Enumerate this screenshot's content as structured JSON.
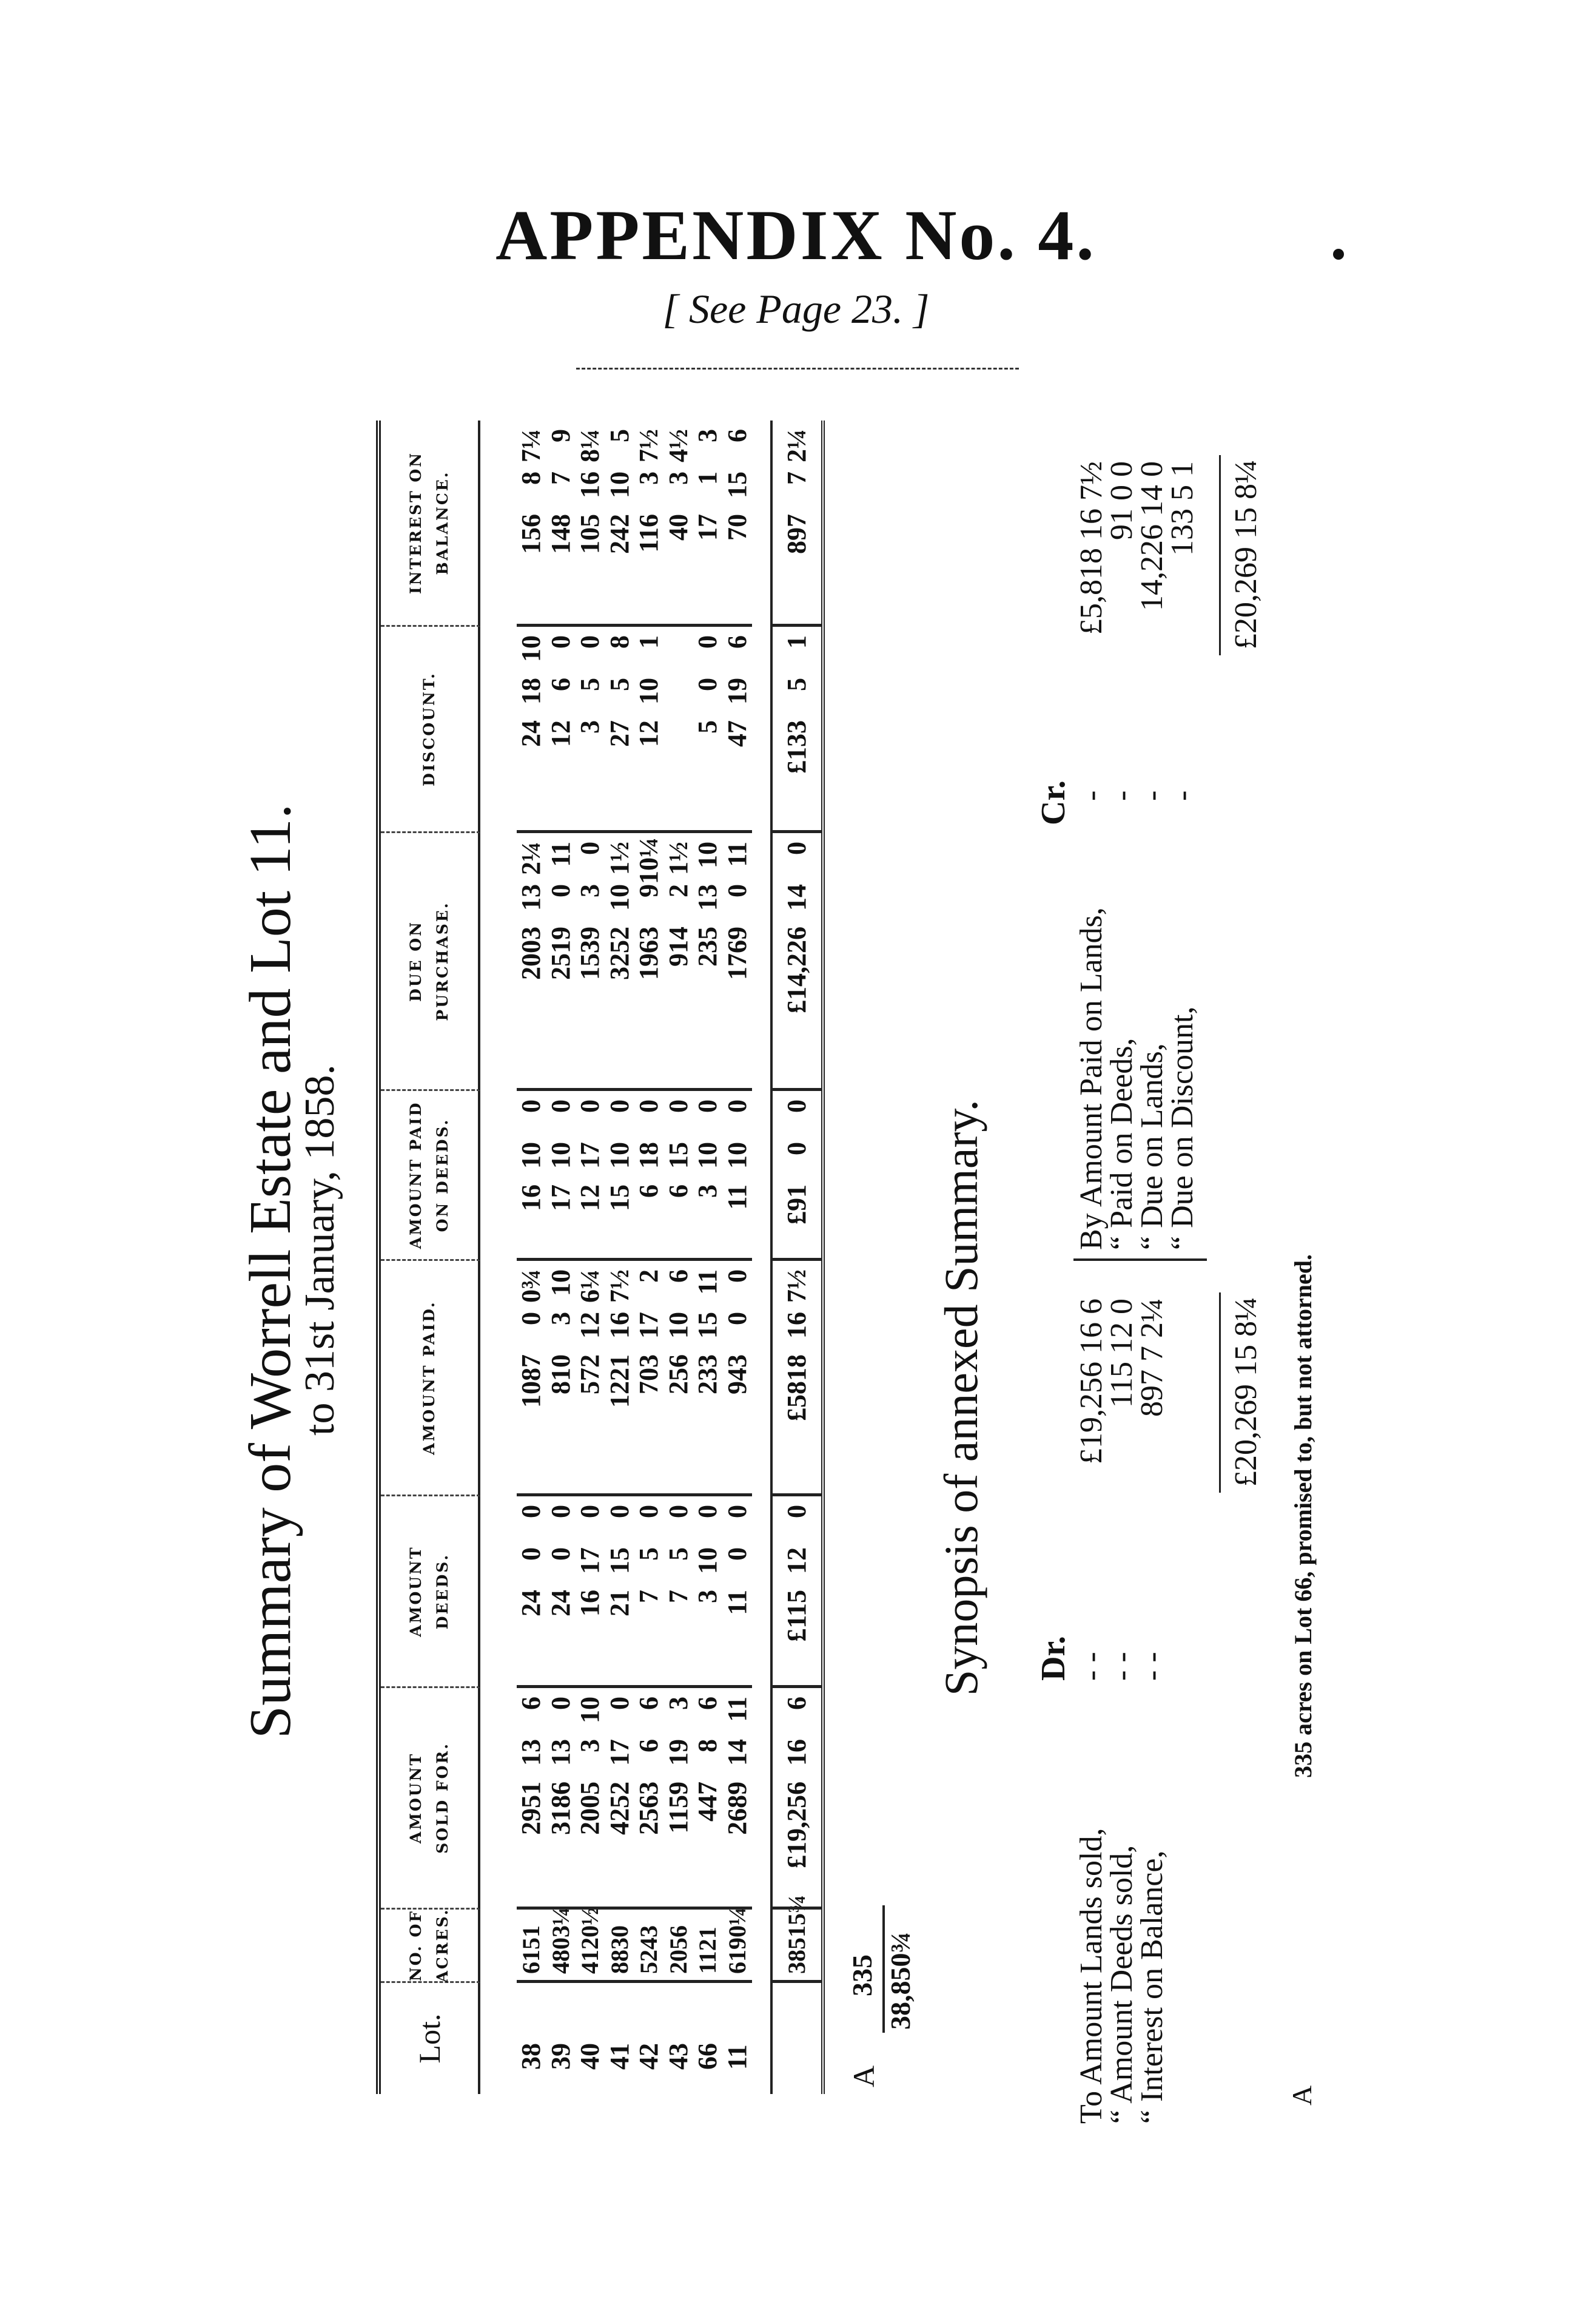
{
  "appendix": {
    "title": "APPENDIX No. 4.",
    "see_page": "[ See Page 23. ]"
  },
  "summary": {
    "title": "Summary of Worrell Estate and Lot 11.",
    "subtitle": "to 31st January, 1858."
  },
  "table": {
    "headers": [
      "Lot.",
      "NO. OF\nACRES.",
      "AMOUNT\nSOLD FOR.",
      "AMOUNT\nDEEDS.",
      "AMOUNT PAID.",
      "AMOUNT PAID\nON DEEDS.",
      "DUE ON\nPURCHASE.",
      "DISCOUNT.",
      "INTEREST ON\nBALANCE."
    ],
    "rows": [
      {
        "lot": "38",
        "acres": "6151",
        "sold": [
          "2951",
          "13",
          "6"
        ],
        "deeds": [
          "24",
          "0",
          "0"
        ],
        "paid": [
          "1087",
          "0",
          "0¾"
        ],
        "paid_deeds": [
          "16",
          "10",
          "0"
        ],
        "due": [
          "2003",
          "13",
          "2¼"
        ],
        "discount": [
          "24",
          "18",
          "10"
        ],
        "interest": [
          "156",
          "8",
          "7¼"
        ]
      },
      {
        "lot": "39",
        "acres": "4803¼",
        "sold": [
          "3186",
          "13",
          "0"
        ],
        "deeds": [
          "24",
          "0",
          "0"
        ],
        "paid": [
          "810",
          "3",
          "10"
        ],
        "paid_deeds": [
          "17",
          "10",
          "0"
        ],
        "due": [
          "2519",
          "0",
          "11"
        ],
        "discount": [
          "12",
          "6",
          "0"
        ],
        "interest": [
          "148",
          "7",
          "9"
        ]
      },
      {
        "lot": "40",
        "acres": "4120½",
        "sold": [
          "2005",
          "3",
          "10"
        ],
        "deeds": [
          "16",
          "17",
          "0"
        ],
        "paid": [
          "572",
          "12",
          "6¼"
        ],
        "paid_deeds": [
          "12",
          "17",
          "0"
        ],
        "due": [
          "1539",
          "3",
          "0"
        ],
        "discount": [
          "3",
          "5",
          "0"
        ],
        "interest": [
          "105",
          "16",
          "8¼"
        ]
      },
      {
        "lot": "41",
        "acres": "8830",
        "sold": [
          "4252",
          "17",
          "0"
        ],
        "deeds": [
          "21",
          "15",
          "0"
        ],
        "paid": [
          "1221",
          "16",
          "7½"
        ],
        "paid_deeds": [
          "15",
          "10",
          "0"
        ],
        "due": [
          "3252",
          "10",
          "1½"
        ],
        "discount": [
          "27",
          "5",
          "8"
        ],
        "interest": [
          "242",
          "10",
          "5"
        ]
      },
      {
        "lot": "42",
        "acres": "5243",
        "sold": [
          "2563",
          "6",
          "6"
        ],
        "deeds": [
          "7",
          "5",
          "0"
        ],
        "paid": [
          "703",
          "17",
          "2"
        ],
        "paid_deeds": [
          "6",
          "18",
          "0"
        ],
        "due": [
          "1963",
          "9",
          "10¼"
        ],
        "discount": [
          "12",
          "10",
          "1"
        ],
        "interest": [
          "116",
          "3",
          "7½"
        ]
      },
      {
        "lot": "43",
        "acres": "2056",
        "sold": [
          "1159",
          "19",
          "3"
        ],
        "deeds": [
          "7",
          "5",
          "0"
        ],
        "paid": [
          "256",
          "10",
          "6"
        ],
        "paid_deeds": [
          "6",
          "15",
          "0"
        ],
        "due": [
          "914",
          "2",
          "1½"
        ],
        "discount": [
          "",
          "",
          ""
        ],
        "interest": [
          "40",
          "3",
          "4½"
        ]
      },
      {
        "lot": "66",
        "acres": "1121",
        "sold": [
          "447",
          "8",
          "6"
        ],
        "deeds": [
          "3",
          "10",
          "0"
        ],
        "paid": [
          "233",
          "15",
          "11"
        ],
        "paid_deeds": [
          "3",
          "10",
          "0"
        ],
        "due": [
          "235",
          "13",
          "10"
        ],
        "discount": [
          "5",
          "0",
          "0"
        ],
        "interest": [
          "17",
          "1",
          "3"
        ]
      },
      {
        "lot": "11",
        "acres": "6190¼",
        "sold": [
          "2689",
          "14",
          "11"
        ],
        "deeds": [
          "11",
          "0",
          "0"
        ],
        "paid": [
          "943",
          "0",
          "0"
        ],
        "paid_deeds": [
          "11",
          "10",
          "0"
        ],
        "due": [
          "1769",
          "0",
          "11"
        ],
        "discount": [
          "47",
          "19",
          "6"
        ],
        "interest": [
          "70",
          "15",
          "6"
        ]
      }
    ],
    "totals": {
      "lot": "",
      "acres": "38515¾",
      "sold": [
        "£19,256",
        "16",
        "6"
      ],
      "deeds": [
        "£115",
        "12",
        "0"
      ],
      "paid": [
        "£5818",
        "16",
        "7½"
      ],
      "paid_deeds": [
        "£91",
        "0",
        "0"
      ],
      "due": [
        "£14,226",
        "14",
        "0"
      ],
      "discount": [
        "£133",
        "5",
        "1"
      ],
      "interest": [
        "897",
        "7",
        "2¼"
      ]
    },
    "extra_label": "A",
    "extra_acres": "335",
    "grand_acres": "38,850¾"
  },
  "synopsis": {
    "title": "Synopsis of annexed Summary.",
    "dr_label": "Dr.",
    "cr_label": "Cr.",
    "dr": [
      {
        "label": "To Amount Lands sold,",
        "dashes": "-    -",
        "amount": "£19,256 16  6"
      },
      {
        "label": "“ Amount Deeds sold,",
        "dashes": "-    -",
        "amount": "115 12  0"
      },
      {
        "label": "“ Interest on Balance,",
        "dashes": "-    -",
        "amount": "897  7  2¼"
      }
    ],
    "dr_total": "£20,269 15  8¼",
    "cr": [
      {
        "label": "By Amount Paid on Lands,",
        "dashes": "-",
        "amount": "£5,818 16  7½"
      },
      {
        "label": "“        Paid on Deeds,",
        "dashes": "-",
        "amount": "91  0  0"
      },
      {
        "label": "“        Due on Lands,",
        "dashes": "-",
        "amount": "14,226 14  0"
      },
      {
        "label": "“        Due on Discount,",
        "dashes": "-",
        "amount": "133  5  1"
      }
    ],
    "cr_total": "£20,269 15  8¼"
  },
  "footnote": {
    "marker": "A",
    "text": "335 acres on Lot 66, promised to, but not attorned."
  }
}
